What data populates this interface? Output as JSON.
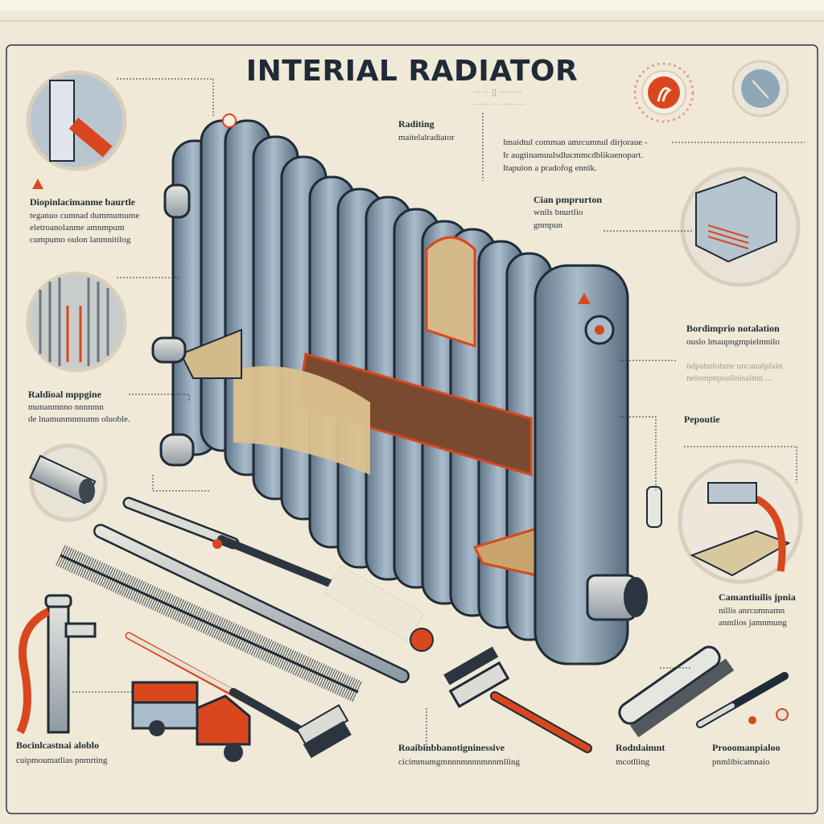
{
  "title": "INTERIAL RADIATOR",
  "subtitle_lines": [
    "··· ··  ▯  ········",
    "······ ···  ········"
  ],
  "labels": {
    "top_center": {
      "heading": "Raditing",
      "lines": [
        "maitelalradiator"
      ]
    },
    "top_right_paragraph": {
      "lines": [
        "Imaidtul comman amrcumnul dirjoraue -",
        "Ir augtinamuulsdlucmmcdblikuenopart.",
        "Itapuion a pradofog ennik."
      ]
    },
    "center_right": {
      "heading": "Cian pmprurton",
      "lines": [
        "wnils bnurtlio",
        "gnmpun"
      ]
    },
    "left_top": {
      "heading": "Diopinlacimanme baurtle",
      "lines": [
        "teganuo cumnad dummumume",
        "eletroanolanme amnmpum",
        "cumpumo oulon lanmnitilog"
      ]
    },
    "left_middle": {
      "heading": "Raldioal mppgine",
      "lines": [
        "munanmnno nnnnmn",
        "de lnamunmnmumn oluoble."
      ]
    },
    "right_middle": {
      "heading": "Bordimprio notalation",
      "lines": [
        "ouslo lmaupngmpielmnilo"
      ],
      "faded_lines": [
        "ndpahnlohme uncanalpfain",
        "nelompnpoallnisalmn ..."
      ]
    },
    "right_lower": {
      "heading": "Pepoutie",
      "lines": []
    },
    "right_bottom": {
      "heading": "Camantiuilis jpnia",
      "lines": [
        "nillis anrcumnamn",
        "anmlios jamnmung"
      ]
    },
    "bottom_left": {
      "heading": "Bocinlcastnai aloblo",
      "lines": [
        "cuipmoumatlias pnmrting"
      ]
    },
    "bottom_center": {
      "heading": "Roaibinbbanotigninessive",
      "lines": [
        "cicimmumgmnnnmnnnmnnmlling"
      ]
    },
    "bottom_right_a": {
      "heading": "Rodnlaimnt",
      "lines": [
        "mcotlling"
      ]
    },
    "bottom_right_b": {
      "heading": "Prooomanpialoo",
      "lines": [
        "pnmlibicamnaio"
      ]
    }
  },
  "colors": {
    "background": "#f0e9d8",
    "ink": "#1f2b36",
    "steel": "#7f95a8",
    "accent": "#d9471f",
    "sand": "#dcc18e",
    "rust": "#8a4a2a"
  },
  "icons": [
    "warning-icon",
    "thermostat-dial-icon",
    "gauge-icon"
  ]
}
